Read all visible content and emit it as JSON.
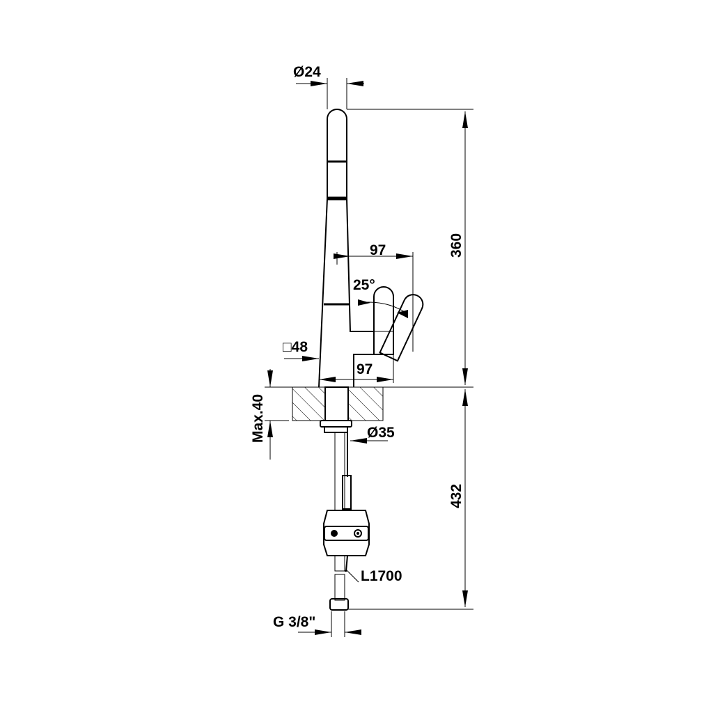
{
  "drawing": {
    "dimensions": {
      "spout_diameter": "Ø24",
      "total_height": "360",
      "handle_reach": "97",
      "handle_angle": "25°",
      "body_square": "□48",
      "base_reach": "97",
      "deck_thickness": "Max.40",
      "shank_diameter": "Ø35",
      "under_deck_length": "432",
      "hose_length": "L1700",
      "connection_thread": "G 3/8\""
    }
  }
}
